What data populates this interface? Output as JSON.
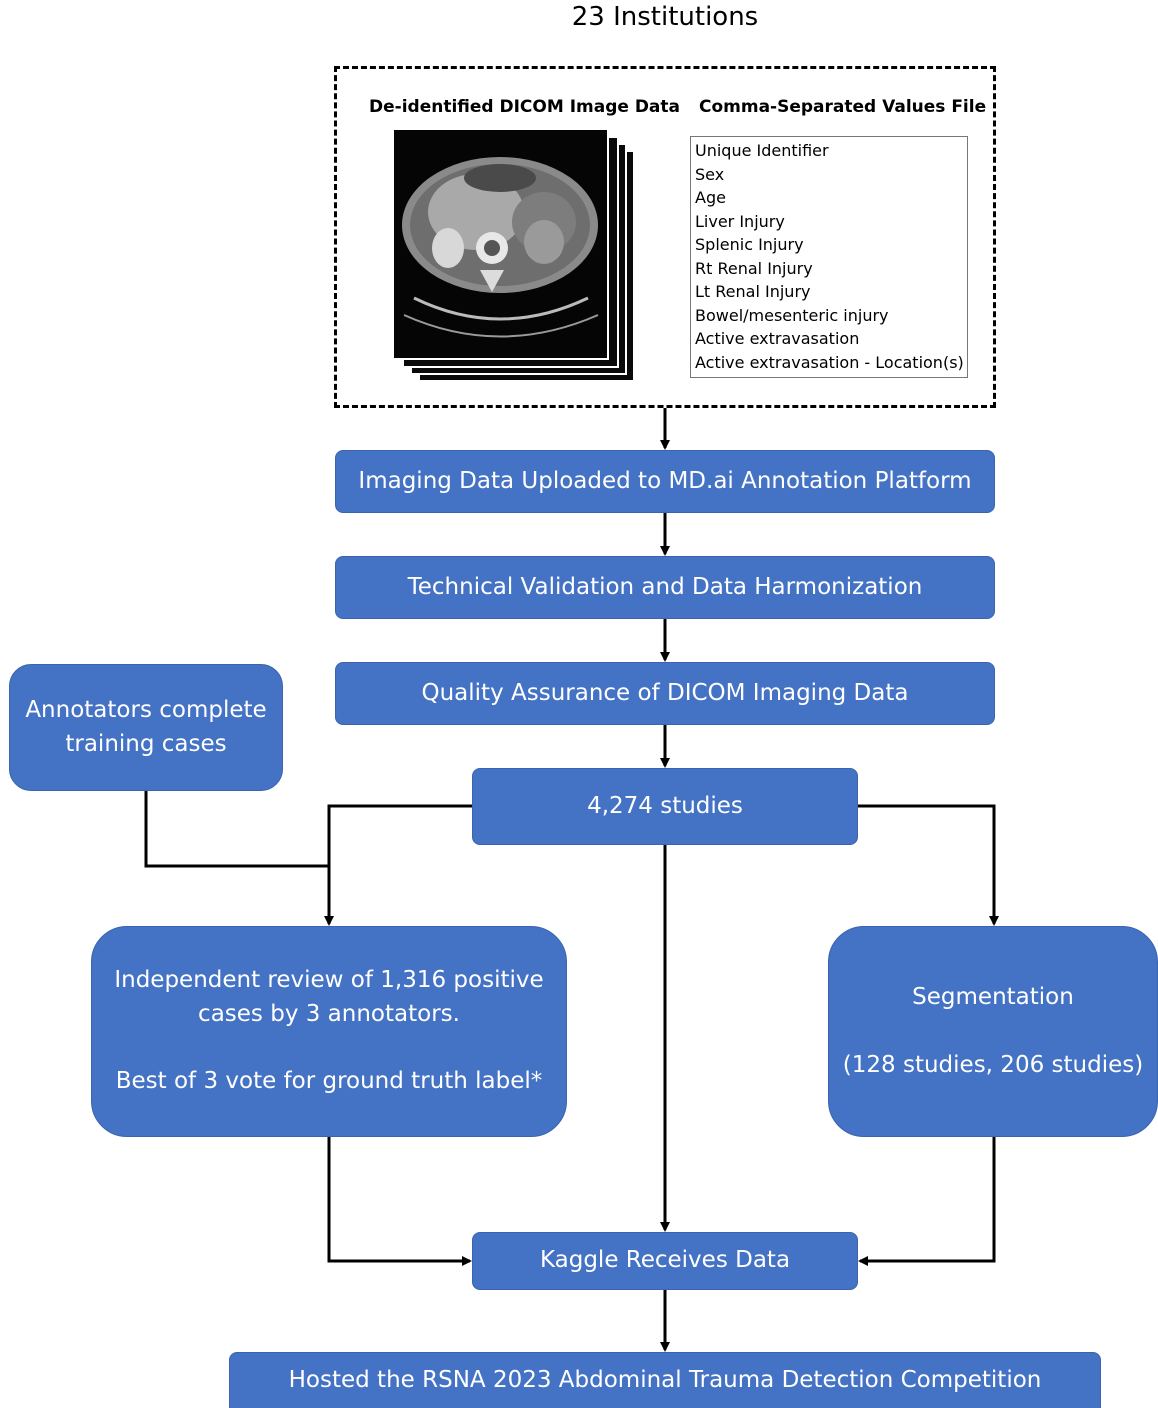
{
  "title": "23 Institutions",
  "dicom_header": "De-identified DICOM Image Data",
  "csv_header": "Comma-Separated Values File",
  "csv_fields": [
    "Unique Identifier",
    "Sex",
    "Age",
    "Liver Injury",
    "Splenic Injury",
    "Rt Renal Injury",
    "Lt Renal Injury",
    "Bowel/mesenteric injury",
    "Active extravasation",
    "Active extravasation - Location(s)"
  ],
  "steps": {
    "upload": "Imaging Data Uploaded to MD.ai Annotation Platform",
    "validation": "Technical Validation and Data Harmonization",
    "qa": "Quality Assurance of DICOM Imaging Data",
    "studies": "4,274 studies",
    "training": [
      "Annotators complete",
      "training cases"
    ],
    "review": [
      "Independent review of 1,316 positive",
      "cases by 3 annotators.",
      "Best of 3 vote for ground truth label*"
    ],
    "segmentation": [
      "Segmentation",
      "(128 studies, 206 studies)"
    ],
    "kaggle": "Kaggle Receives Data",
    "hosted": "Hosted the RSNA 2023 Abdominal Trauma Detection Competition"
  }
}
